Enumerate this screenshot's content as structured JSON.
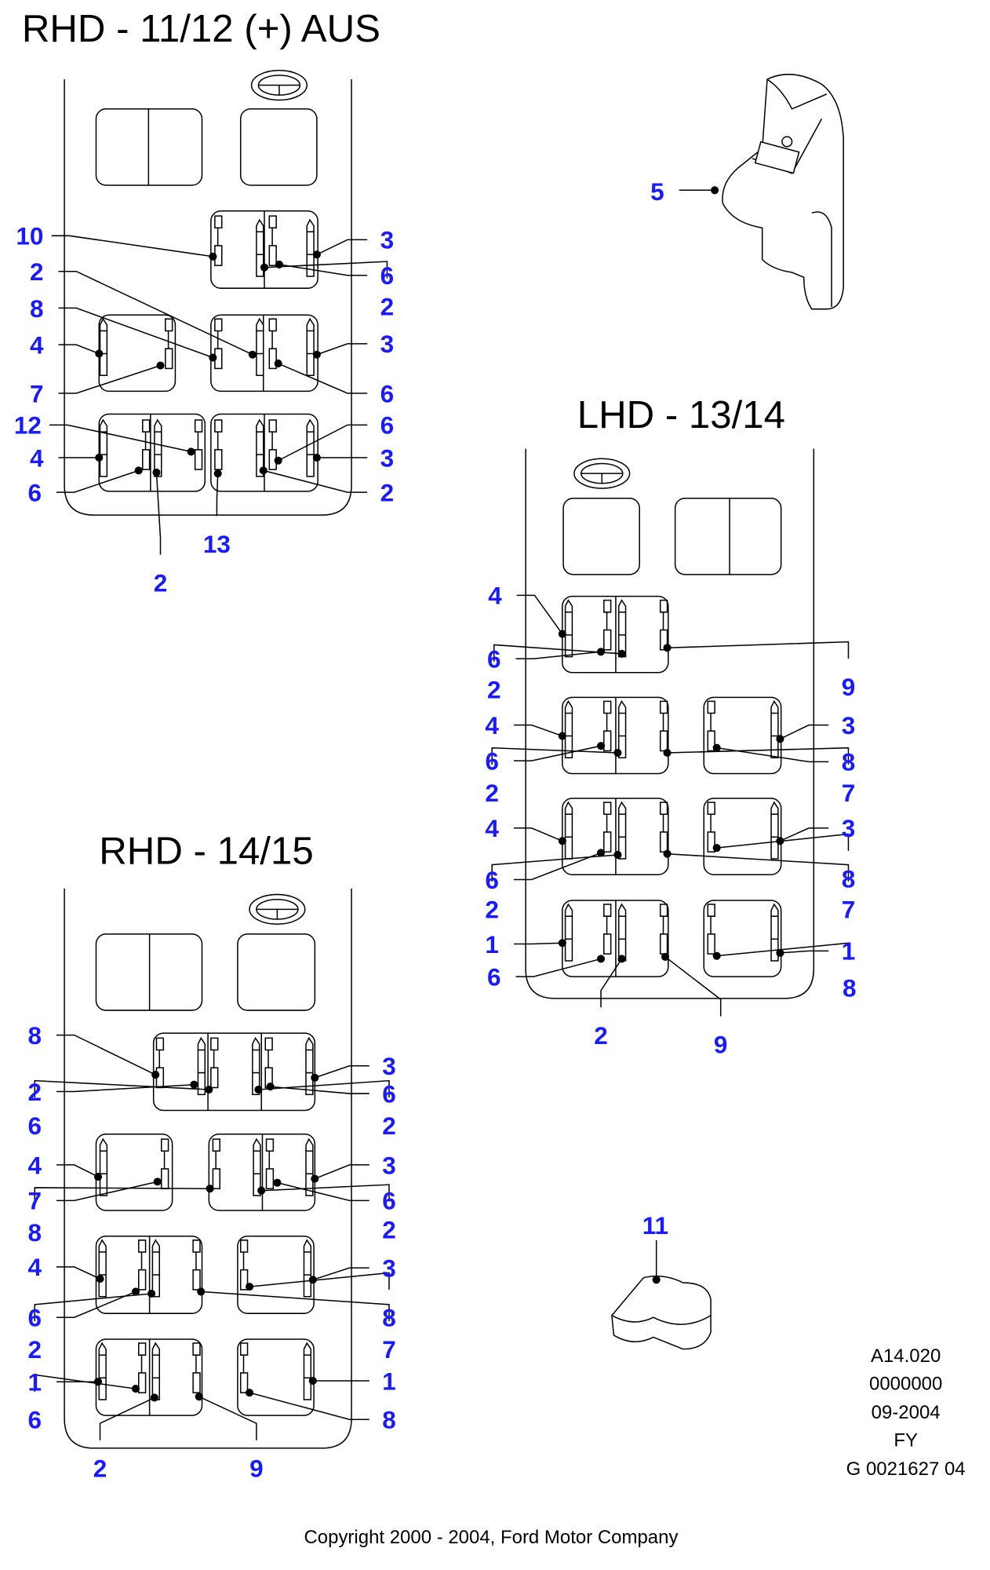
{
  "diagrams": {
    "rhd_11_12": {
      "title": "RHD - 11/12 (+) AUS",
      "labels": [
        "10",
        "2",
        "8",
        "4",
        "7",
        "12",
        "4",
        "6",
        "3",
        "6",
        "2",
        "3",
        "6",
        "6",
        "3",
        "2",
        "13",
        "2"
      ]
    },
    "lhd_13_14": {
      "title": "LHD - 13/14",
      "labels": [
        "4",
        "6",
        "2",
        "4",
        "6",
        "2",
        "4",
        "6",
        "2",
        "1",
        "6",
        "9",
        "3",
        "8",
        "7",
        "3",
        "8",
        "7",
        "1",
        "8",
        "2",
        "9"
      ]
    },
    "rhd_14_15": {
      "title": "RHD - 14/15",
      "labels": [
        "8",
        "2",
        "6",
        "4",
        "7",
        "8",
        "4",
        "6",
        "2",
        "1",
        "6",
        "3",
        "6",
        "2",
        "3",
        "6",
        "2",
        "3",
        "8",
        "7",
        "1",
        "8",
        "2",
        "9"
      ]
    }
  },
  "parts": {
    "cover_label": "5",
    "cap_label": "11"
  },
  "reference": {
    "code": "A14.020",
    "number": "0000000",
    "date": "09-2004",
    "market": "FY",
    "graphic_id": "G 0021627 04"
  },
  "copyright": "Copyright 2000 - 2004, Ford Motor Company",
  "colors": {
    "label": "#1a1aff",
    "line": "#000000"
  }
}
